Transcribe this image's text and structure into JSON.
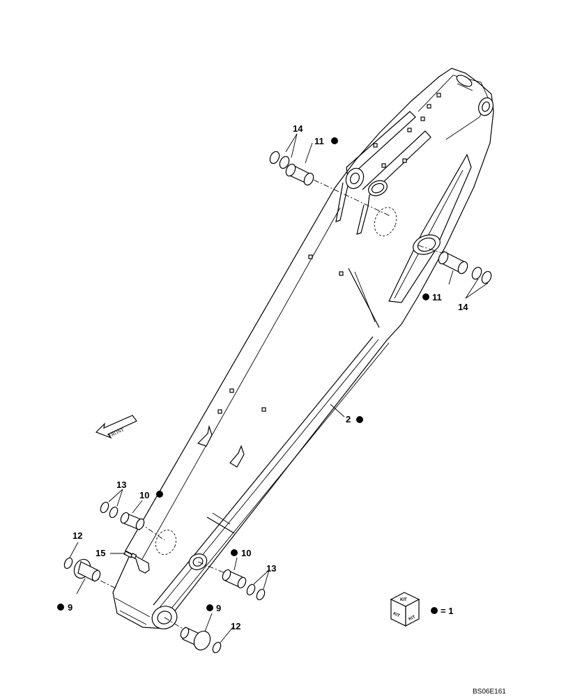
{
  "diagram": {
    "callouts": {
      "boom": "2",
      "bushing_lower_a": "9",
      "bushing_lower_b": "9",
      "bushing_mid_a": "10",
      "bushing_mid_b": "10",
      "bushing_top_a": "11",
      "bushing_top_b": "11",
      "shim_lower_a": "12",
      "shim_lower_b": "12",
      "shim_mid_a": "13",
      "shim_mid_b": "13",
      "shim_top_a": "14",
      "shim_top_b": "14",
      "grease_fitting": "15"
    },
    "front_arrow_label": "FRONT",
    "kit_legend": {
      "box_text": "KIT",
      "equals_text": "= 1"
    },
    "reference_code": "BS06E161"
  }
}
